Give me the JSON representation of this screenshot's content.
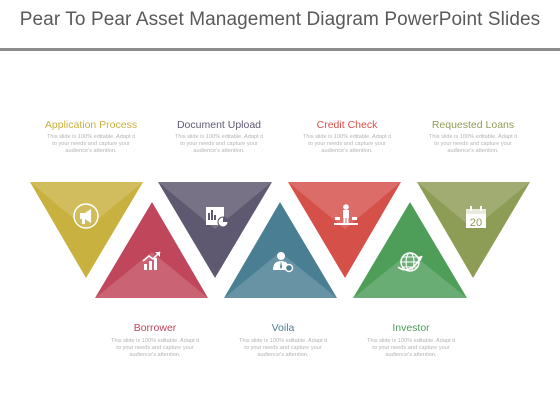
{
  "title": "Pear To Pear Asset Management Diagram PowerPoint Slides",
  "items": [
    {
      "label": "Application Process",
      "color": "#c9b13f",
      "icon": "megaphone-icon",
      "description": "This slide is 100% editable. Adapt it to your needs and capture your audience's attention."
    },
    {
      "label": "Borrower",
      "color": "#c0475b",
      "icon": "growth-chart-icon",
      "description": "This slide is 100% editable. Adapt it to your needs and capture your audience's attention."
    },
    {
      "label": "Document Upload",
      "color": "#5f5871",
      "icon": "document-chart-icon",
      "description": "This slide is 100% editable. Adapt it to your needs and capture your audience's attention."
    },
    {
      "label": "Voila",
      "color": "#4a7f93",
      "icon": "businessman-icon",
      "description": "This slide is 100% editable. Adapt it to your needs and capture your audience's attention."
    },
    {
      "label": "Credit Check",
      "color": "#d6504a",
      "icon": "presenter-icon",
      "description": "This slide is 100% editable. Adapt it to your needs and capture your audience's attention."
    },
    {
      "label": "Investor",
      "color": "#4e9e5a",
      "icon": "globe-icon",
      "description": "This slide is 100% editable. Adapt it to your needs and capture your audience's attention."
    },
    {
      "label": "Requested Loans",
      "color": "#8e9d56",
      "icon": "calendar-icon",
      "description": "This slide is 100% editable. Adapt it to your needs and capture your audience's attention."
    }
  ],
  "calendar_number": "20"
}
